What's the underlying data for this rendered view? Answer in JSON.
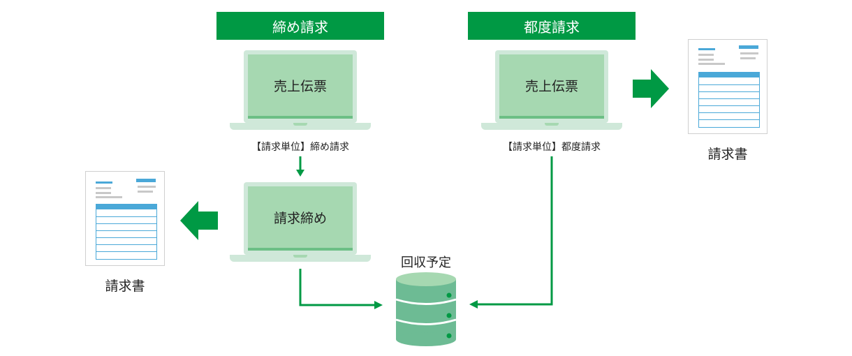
{
  "shime": {
    "banner": "締め請求",
    "laptop1_text": "売上伝票",
    "caption": "【請求単位】締め請求",
    "laptop2_text": "請求締め"
  },
  "tsudo": {
    "banner": "都度請求",
    "laptop_text": "売上伝票",
    "caption": "【請求単位】都度請求"
  },
  "invoice_left": {
    "title": "請求書"
  },
  "invoice_right": {
    "title": "請求書"
  },
  "database": {
    "title": "回収予定"
  },
  "colors": {
    "brand_green": "#009944",
    "screen_green": "#a6d8b1",
    "laptop_body": "#cfe8d9",
    "db_green": "#6dbb94",
    "doc_blue": "#4aa8d8"
  }
}
